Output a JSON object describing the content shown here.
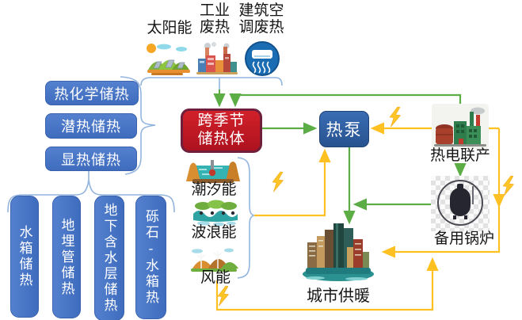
{
  "diagram": "seasonal-thermal-storage-system",
  "colors": {
    "flow_green": "#5cad45",
    "flow_yellow": "#ffc122",
    "bracket_blue": "#92b4de",
    "node_blue": "#4472c4",
    "core_red": "#c4151c",
    "core_border": "#6f1e3c"
  },
  "sources": {
    "solar": {
      "label": "太阳能",
      "icon": "solar-hills-icon"
    },
    "industrial": {
      "line1": "工业",
      "line2": "废热",
      "icon": "factory-icon"
    },
    "building": {
      "line1": "建筑空",
      "line2": "调废热",
      "icon": "air-conditioner-icon"
    }
  },
  "core": {
    "line1": "跨季节",
    "line2": "储热体"
  },
  "heat_pump": {
    "label": "热泵"
  },
  "chp": {
    "label": "热电联产",
    "icon": "cogeneration-plant-icon"
  },
  "boiler": {
    "label": "备用锅炉",
    "icon": "boiler-tank-icon"
  },
  "city": {
    "label": "城市供暖",
    "icon": "city-skyline-icon"
  },
  "storage_types": {
    "thermochemical": "热化学储热",
    "latent": "潜热储热",
    "sensible": "显热储热"
  },
  "sensible_subtypes": {
    "tank": "水箱储热",
    "borehole": "地埋管储热",
    "aquifer": "地下含水层储热",
    "gravel": "砾石-水箱热"
  },
  "renewables": {
    "tidal": {
      "label": "潮汐能",
      "icon": "tidal-dam-icon"
    },
    "wave": {
      "label": "波浪能",
      "icon": "wave-energy-icon"
    },
    "wind": {
      "label": "风能",
      "icon": "wind-turbines-icon"
    }
  }
}
